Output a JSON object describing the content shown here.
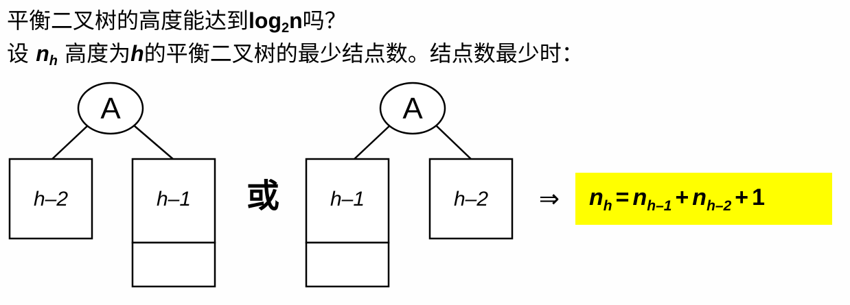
{
  "slide": {
    "line1": {
      "prefix": "平衡二叉树的高度能达到",
      "log": "log",
      "sub": "2",
      "n": "n",
      "suffix": "吗？"
    },
    "line2": {
      "prefix": "设 ",
      "var": "n",
      "var_sub": "h",
      "mid": " 高度为",
      "h": "h",
      "suffix": "的平衡二叉树的最少结点数。结点数最少时："
    }
  },
  "diagram": {
    "left_tree": {
      "root_label": "A",
      "left_subtree_label": "h–2",
      "right_subtree_label": "h–1"
    },
    "or_label": "或",
    "right_tree": {
      "root_label": "A",
      "left_subtree_label": "h–1",
      "right_subtree_label": "h–2"
    },
    "implies_symbol": "⇒"
  },
  "formula": {
    "lhs_var": "n",
    "lhs_sub": "h",
    "eq": "=",
    "t1_var": "n",
    "t1_sub": "h–1",
    "plus1": "+",
    "t2_var": "n",
    "t2_sub": "h–2",
    "plus2": "+",
    "const": "1"
  },
  "colors": {
    "highlight": "#ffff00",
    "stroke": "#000000"
  }
}
